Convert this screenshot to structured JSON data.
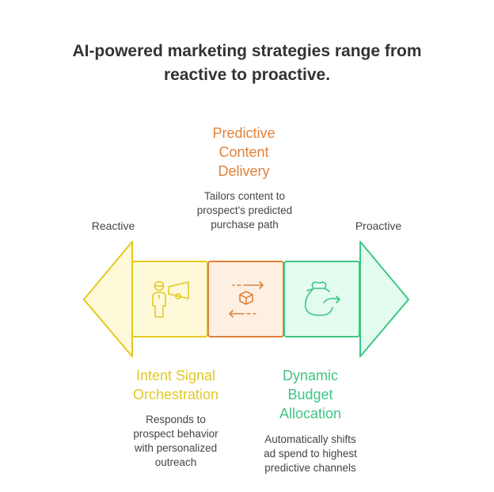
{
  "title": [
    "AI-powered marketing strategies range from",
    "reactive to proactive."
  ],
  "axis": {
    "left_label": "Reactive",
    "right_label": "Proactive"
  },
  "stages": [
    {
      "heading": [
        "Intent Signal",
        "Orchestration"
      ],
      "description": [
        "Responds to",
        "prospect behavior",
        "with personalized",
        "outreach"
      ],
      "icon": "megaphone-person-icon",
      "color": "#e2c923",
      "fill": "#fef9d9"
    },
    {
      "heading": [
        "Predictive",
        "Content",
        "Delivery"
      ],
      "description": [
        "Tailors content to",
        "prospect's predicted",
        "purchase path"
      ],
      "icon": "box-exchange-icon",
      "color": "#e0823a",
      "fill": "#fdf0e3"
    },
    {
      "heading": [
        "Dynamic",
        "Budget",
        "Allocation"
      ],
      "description": [
        "Automatically shifts",
        "ad spend to highest",
        "predictive channels"
      ],
      "icon": "money-bag-icon",
      "color": "#3ec583",
      "fill": "#e3fcef"
    }
  ]
}
